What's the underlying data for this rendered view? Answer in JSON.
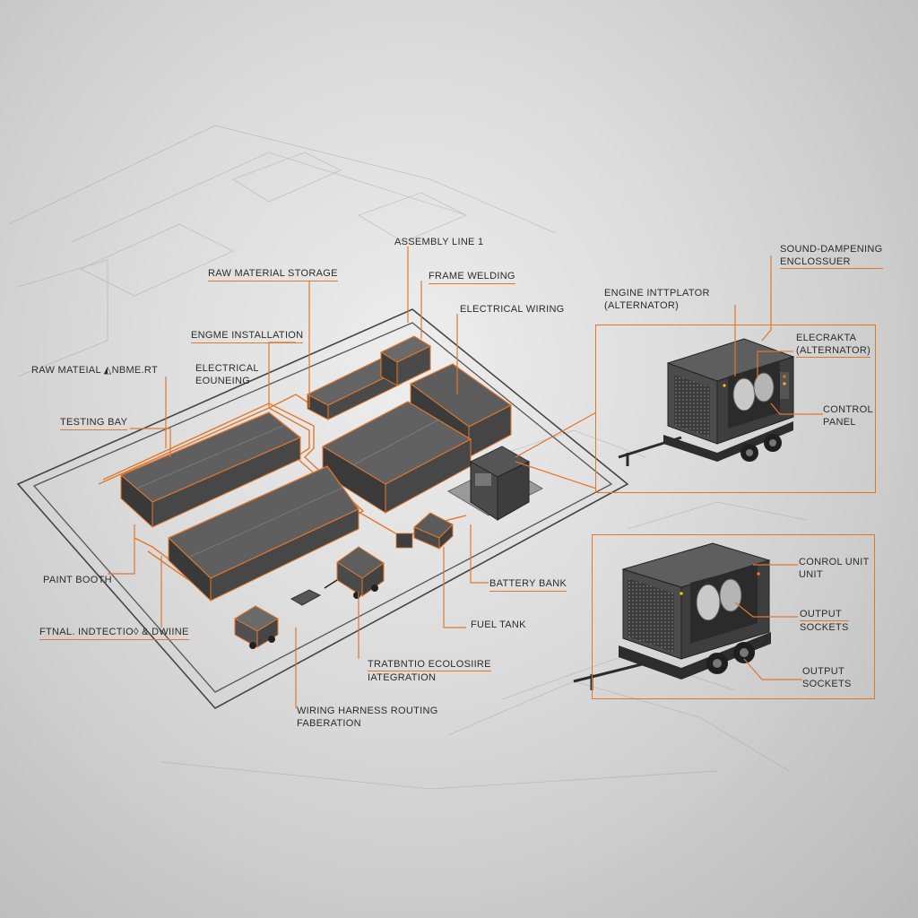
{
  "colors": {
    "accent": "#e2772b",
    "building_roof": "#5c5c5c",
    "building_wall": "#3c3c3c",
    "generator_body": "#4a4a4a",
    "background": "#d9d9d9"
  },
  "factory_labels": {
    "assembly_line_1": "ASSEMBLY LINE 1",
    "raw_material_storage": "RAW MATERIAL STORAGE",
    "frame_welding": "FRAME WELDING",
    "electrical_wiring": "ELECTRICAL WIRING",
    "engine_installation": "ENGME INSTALLATION",
    "raw_material_inbound": "RAW MATEIAL ◭NBME.RT",
    "electrical_eouneing_line1": "ELECTRICAL",
    "electrical_eouneing_line2": "EOUNEING",
    "testing_bay": "TESTING BAY",
    "paint_booth": "PAINT BOOTH",
    "final_inspection": "FTNAL. INDTECTIO◊ & DWIINE",
    "battery_bank": "BATTERY BANK",
    "fuel_tank": "FUEL TANK",
    "trailer_integration_line1": "TRATBNTIO ECOLOSIIRE",
    "trailer_integration_line2": "IATEGRATION",
    "wiring_harness_line1": "WIRING HARNESS ROUTING",
    "wiring_harness_line2": "FABERATION"
  },
  "generator_top": {
    "sound_dampening_line1": "SOUND-DAMPENING",
    "sound_dampening_line2": "ENCLOSSUER",
    "engine_line1": "ENGINE INTTPLATOR",
    "engine_line2": "(ALTERNATOR)",
    "alternator_line1": "ELECRAKTA",
    "alternator_line2": "(ALTERNATOR)",
    "control_panel_line1": "CONTROL",
    "control_panel_line2": "PANEL"
  },
  "generator_bottom": {
    "control_unit_line1": "CONROL UNIT",
    "control_unit_line2": "UNIT",
    "output_sockets_a_line1": "OUTPUT",
    "output_sockets_a_line2": "SOCKETS",
    "output_sockets_b_line1": "OUTPUT",
    "output_sockets_b_line2": "SOCKETS"
  }
}
